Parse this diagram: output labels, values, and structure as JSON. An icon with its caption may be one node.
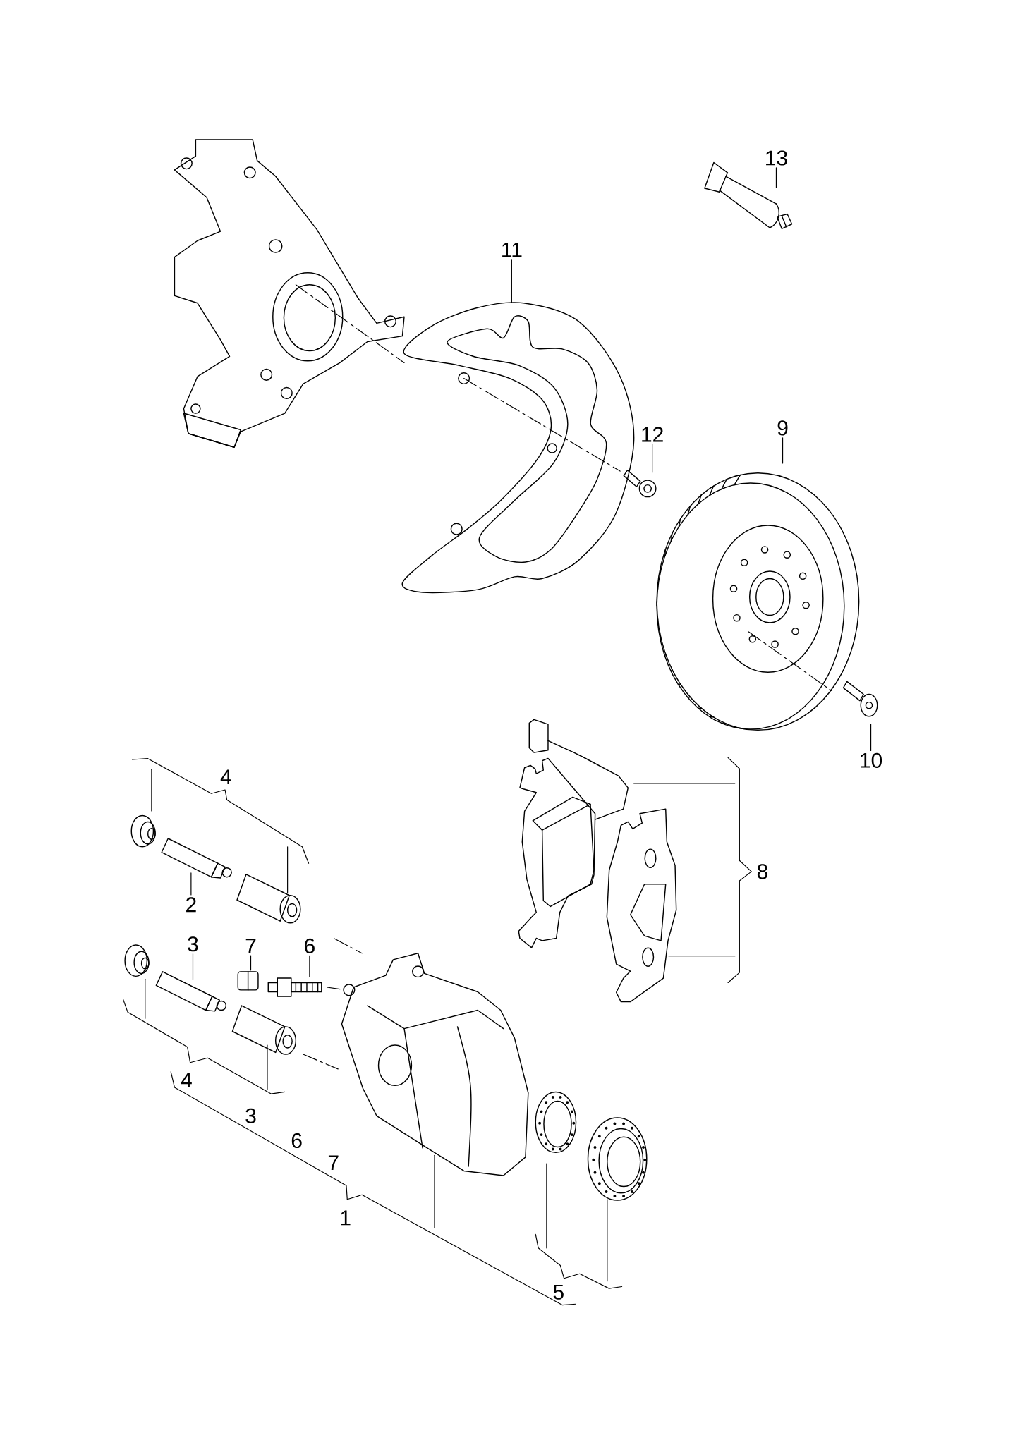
{
  "diagram": {
    "nodes": [
      {
        "text": [
          "13"
        ]
      },
      {
        "text": [],
        "shape": "picture"
      },
      {
        "text": [
          "11"
        ]
      },
      {
        "text": [],
        "shape": "picture"
      },
      {
        "text": [
          "12"
        ]
      },
      {
        "text": [],
        "shape": "picture"
      },
      {
        "text": [
          "9"
        ]
      },
      {
        "text": [],
        "shape": "picture"
      },
      {
        "text": [
          "10"
        ]
      },
      {
        "text": [],
        "shape": "picture"
      },
      {
        "text": [
          "2"
        ]
      },
      {
        "text": [],
        "shape": "picture"
      },
      {
        "text": [
          "3"
        ]
      },
      {
        "text": [],
        "shape": "picture"
      },
      {
        "text": [
          "7"
        ]
      },
      {
        "text": [],
        "shape": "picture"
      },
      {
        "text": [
          "6"
        ]
      },
      {
        "text": [],
        "shape": "picture"
      }
    ],
    "edges": [
      {
        "from": 0,
        "to": 1,
        "arrow": "none"
      },
      {
        "from": 2,
        "to": 3,
        "arrow": "none"
      },
      {
        "from": 4,
        "to": 5,
        "arrow": "none"
      },
      {
        "from": 6,
        "to": 7,
        "arrow": "none"
      },
      {
        "from": 8,
        "to": 9,
        "arrow": "none"
      },
      {
        "from": 10,
        "to": 11,
        "arrow": "none"
      },
      {
        "from": 12,
        "to": 13,
        "arrow": "none"
      },
      {
        "from": 14,
        "to": 15,
        "arrow": "none"
      },
      {
        "from": 16,
        "to": 17,
        "arrow": "none"
      }
    ],
    "labels": [
      "4",
      "8",
      "4",
      "3",
      "6",
      "7",
      "1",
      "5"
    ]
  }
}
